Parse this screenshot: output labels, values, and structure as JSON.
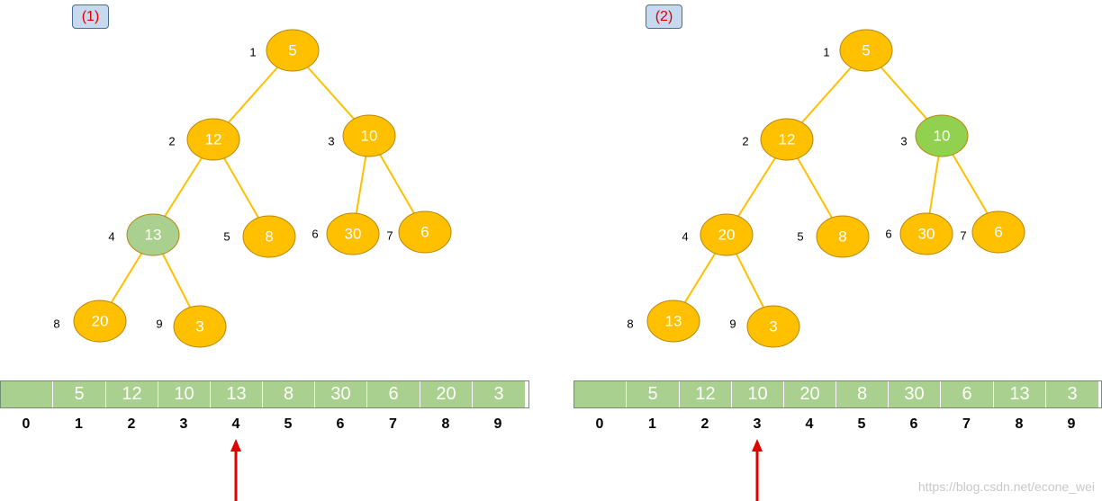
{
  "panels": [
    {
      "id": "panel1",
      "badge": "(1)",
      "nodes": [
        {
          "index": "1",
          "value": "5",
          "color": "#ffc000"
        },
        {
          "index": "2",
          "value": "12",
          "color": "#ffc000"
        },
        {
          "index": "3",
          "value": "10",
          "color": "#ffc000"
        },
        {
          "index": "4",
          "value": "13",
          "color": "#a9d08e"
        },
        {
          "index": "5",
          "value": "8",
          "color": "#ffc000"
        },
        {
          "index": "6",
          "value": "30",
          "color": "#ffc000"
        },
        {
          "index": "7",
          "value": "6",
          "color": "#ffc000"
        },
        {
          "index": "8",
          "value": "20",
          "color": "#ffc000"
        },
        {
          "index": "9",
          "value": "3",
          "color": "#ffc000"
        }
      ],
      "array": [
        "",
        "5",
        "12",
        "10",
        "13",
        "8",
        "30",
        "6",
        "20",
        "3"
      ],
      "indices": [
        "0",
        "1",
        "2",
        "3",
        "4",
        "5",
        "6",
        "7",
        "8",
        "9"
      ],
      "pointer_index": "4"
    },
    {
      "id": "panel2",
      "badge": "(2)",
      "nodes": [
        {
          "index": "1",
          "value": "5",
          "color": "#ffc000"
        },
        {
          "index": "2",
          "value": "12",
          "color": "#ffc000"
        },
        {
          "index": "3",
          "value": "10",
          "color": "#92d050"
        },
        {
          "index": "4",
          "value": "20",
          "color": "#ffc000"
        },
        {
          "index": "5",
          "value": "8",
          "color": "#ffc000"
        },
        {
          "index": "6",
          "value": "30",
          "color": "#ffc000"
        },
        {
          "index": "7",
          "value": "6",
          "color": "#ffc000"
        },
        {
          "index": "8",
          "value": "13",
          "color": "#ffc000"
        },
        {
          "index": "9",
          "value": "3",
          "color": "#ffc000"
        }
      ],
      "array": [
        "",
        "5",
        "12",
        "10",
        "20",
        "8",
        "30",
        "6",
        "13",
        "3"
      ],
      "indices": [
        "0",
        "1",
        "2",
        "3",
        "4",
        "5",
        "6",
        "7",
        "8",
        "9"
      ],
      "pointer_index": "3"
    }
  ],
  "edges": [
    [
      1,
      2
    ],
    [
      1,
      3
    ],
    [
      2,
      4
    ],
    [
      2,
      5
    ],
    [
      3,
      6
    ],
    [
      3,
      7
    ],
    [
      4,
      8
    ],
    [
      4,
      9
    ]
  ],
  "colors": {
    "node_border": "#b8860b",
    "edge": "#ffc000",
    "array_cell": "#a9d08e",
    "pointer_arrow": "#e00000",
    "badge_bg": "#c6d9ef",
    "badge_text": "#e00000"
  },
  "watermark": "https://blog.csdn.net/econe_wei"
}
